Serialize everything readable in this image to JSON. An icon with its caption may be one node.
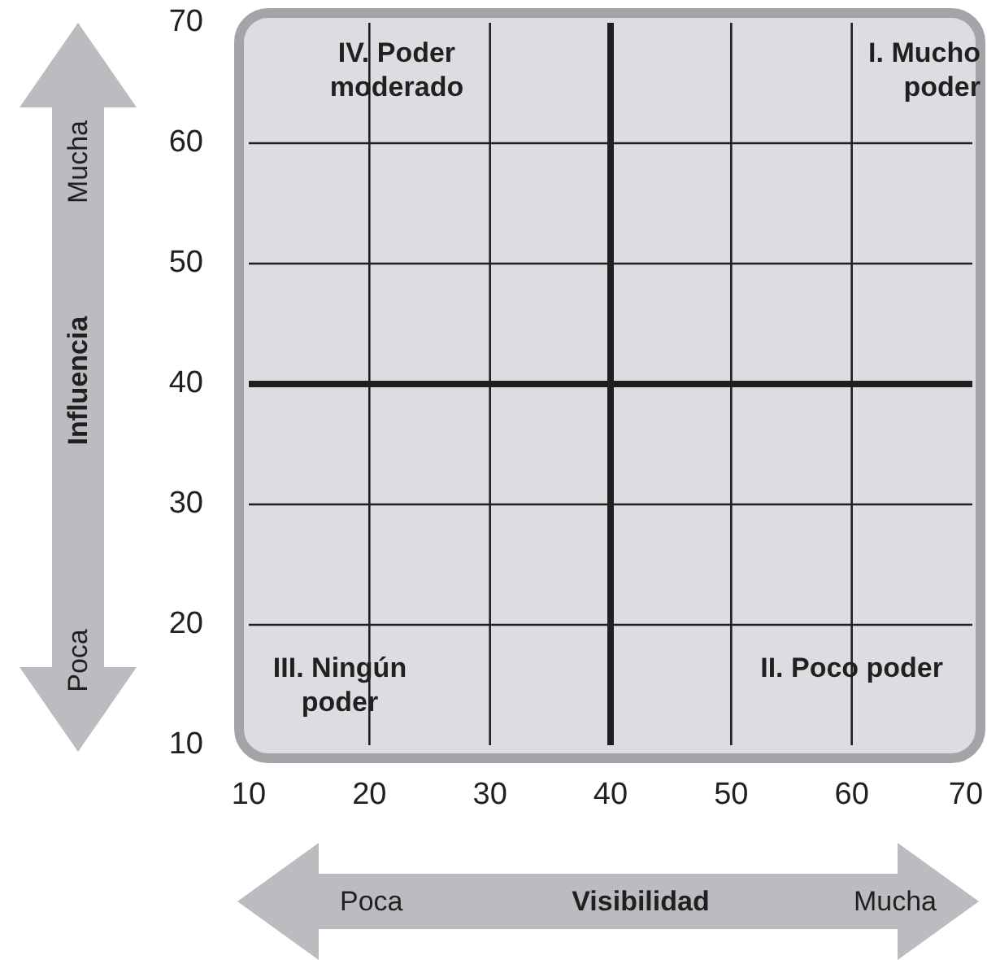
{
  "diagram": {
    "nodes": [
      {
        "text": [
          "Mucha",
          "Influencia",
          "Poca"
        ]
      },
      {
        "text": [
          "Poca",
          "Visibilidad",
          "Mucha"
        ]
      }
    ],
    "labels": [
      "70",
      "IV. Poder moderado",
      "I. Mucho poder",
      "60",
      "50",
      "40",
      "30",
      "20",
      "III. Ningún poder",
      "II. Poco poder",
      "10",
      "10",
      "20",
      "30",
      "40",
      "50",
      "60",
      "70"
    ]
  }
}
